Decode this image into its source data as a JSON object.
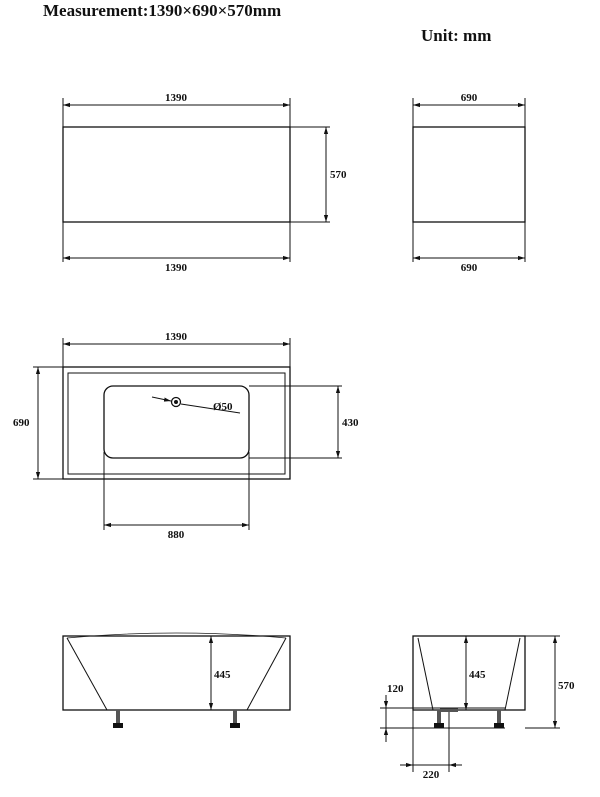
{
  "header": {
    "title": "Measurement:1390×690×570mm",
    "unit": "Unit: mm"
  },
  "front_view": {
    "width_top": "1390",
    "height": "570",
    "width_bottom": "1390"
  },
  "side_view": {
    "width_top": "690",
    "width_bottom": "690"
  },
  "top_view": {
    "length": "1390",
    "width": "690",
    "drain": "Ø50",
    "inner_depth": "430",
    "inner_length": "880"
  },
  "section_front": {
    "depth": "445"
  },
  "section_side": {
    "depth": "445",
    "overall_height": "570",
    "foot_height": "120",
    "drain_offset": "220"
  }
}
